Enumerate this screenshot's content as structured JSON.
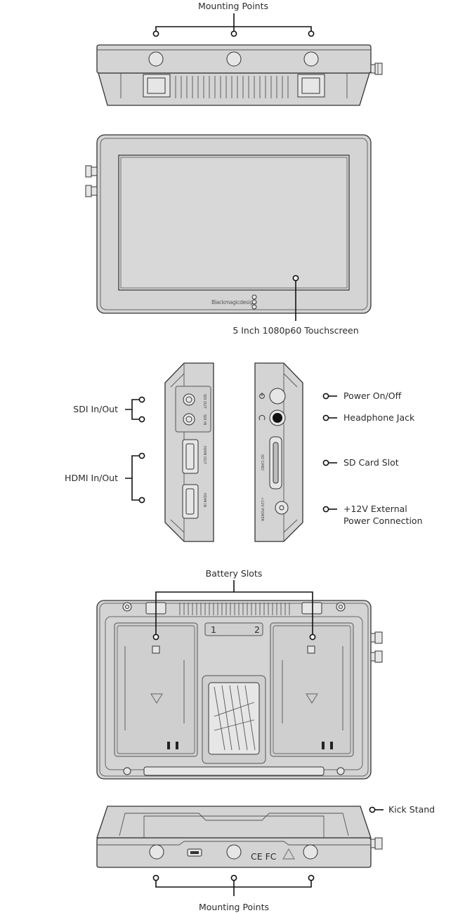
{
  "labels": {
    "mounting_points_top": "Mounting Points",
    "touchscreen": "5 Inch 1080p60 Touchscreen",
    "sdi_in_out": "SDI In/Out",
    "hdmi_in_out": "HDMI In/Out",
    "power_on_off": "Power On/Off",
    "headphone_jack": "Headphone Jack",
    "sd_card_slot": "SD Card Slot",
    "external_power_line1": "+12V External",
    "external_power_line2": "Power Connection",
    "battery_slots": "Battery Slots",
    "kick_stand": "Kick Stand",
    "mounting_points_bottom": "Mounting Points"
  },
  "device_text": {
    "brand": "Blackmagicdesign",
    "sdi_out": "SDI OUT",
    "sdi_in": "SDI IN",
    "hdmi_out": "HDMI OUT",
    "hdmi_in": "HDMI IN",
    "sd_card": "SD CARD",
    "power_12v": "+12V POWER",
    "slot_1": "1",
    "slot_2": "2",
    "compliance": "CE FC"
  }
}
